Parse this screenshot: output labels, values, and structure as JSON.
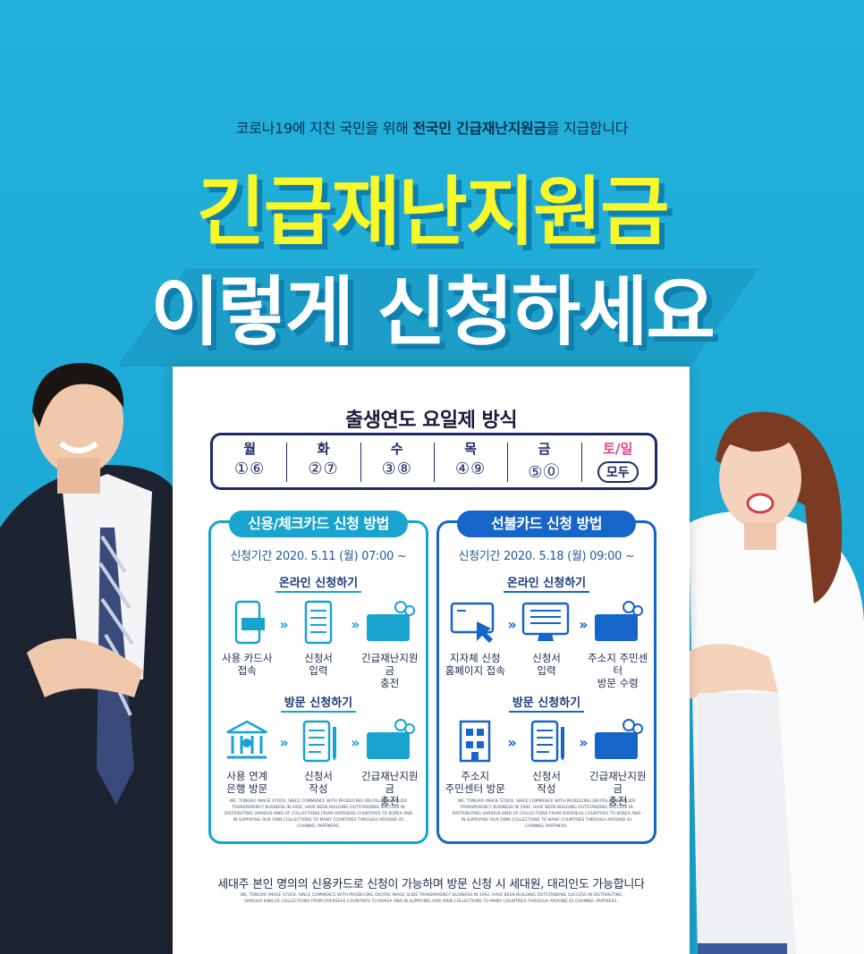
{
  "header": {
    "intro_prefix": "코로나19에 지친 국민을 위해 ",
    "intro_bold": "전국민 긴급재난지원금",
    "intro_suffix": "을 지급합니다",
    "title_line1": "긴급재난지원금",
    "title_line2": "이렇게 신청하세요"
  },
  "board": {
    "title": "출생연도 요일제 방식",
    "days": [
      {
        "name": "월",
        "nums": "①⑥"
      },
      {
        "name": "화",
        "nums": "②⑦"
      },
      {
        "name": "수",
        "nums": "③⑧"
      },
      {
        "name": "목",
        "nums": "④⑨"
      },
      {
        "name": "금",
        "nums": "⑤⓪"
      },
      {
        "name": "토/일",
        "pill": "모두"
      }
    ],
    "left": {
      "tag": "신용/체크카드 신청 방법",
      "period": "신청기간  2020. 5.11 (월) 07:00 ~",
      "online_head": "온라인 신청하기",
      "online_steps": [
        "사용 카드사\n접속",
        "신청서\n입력",
        "긴급재난지원금\n충전"
      ],
      "visit_head": "방문 신청하기",
      "visit_steps": [
        "사용 연계\n은행 방문",
        "신청서\n작성",
        "긴급재난지원금\n충전"
      ],
      "fine": "WE, TONGRO IMAGE STOCK, SINCE COMMENCE WITH PRODUCING DIGITAL IMAGE SLIDE TRANSPARENCY BUSINESS IN 1992, HAVE BEEN BUILDING OUTSTANDING SUCCESS IN DISTRIBUTING VARIOUS KIND OF COLLECTIONS FROM OVERSEAS COUNTRIES TO KOREA AND IN SUPPLYING OUR OWN COLLECTIONS TO MANY COUNTRIES THROUGH AROUND 45 CHANNEL PARTNERS."
    },
    "right": {
      "tag": "선불카드 신청 방법",
      "period": "신청기간  2020. 5.18 (월) 09:00 ~",
      "online_head": "온라인 신청하기",
      "online_steps": [
        "지자체 신청\n홈페이지 접속",
        "신청서\n입력",
        "주소지 주민센터\n방문 수령"
      ],
      "visit_head": "방문 신청하기",
      "visit_steps": [
        "주소지\n주민센터 방문",
        "신청서\n작성",
        "긴급재난지원금\n충전"
      ],
      "fine": "WE, TONGRO IMAGE STOCK, SINCE COMMENCE WITH PRODUCING DIGITAL IMAGE SLIDE TRANSPARENCY BUSINESS IN 1992, HAVE BEEN BUILDING OUTSTANDING SUCCESS IN DISTRIBUTING VARIOUS KIND OF COLLECTIONS FROM OVERSEAS COUNTRIES TO KOREA AND IN SUPPLYING OUR OWN COLLECTIONS TO MANY COUNTRIES THROUGH AROUND 45 CHANNEL PARTNERS."
    },
    "notice": "세대주 본인 명의의 신용카드로 신청이 가능하며 방문 신청 시 세대원, 대리인도 가능합니다",
    "notice_fine": "WE, TONGRO IMAGE STOCK, SINCE COMMENCE WITH PRODUCING DIGITAL IMAGE SLIDE TRANSPARENCY BUSINESS IN 1992, HAVE BEEN BUILDING OUTSTANDING SUCCESS IN DISTRIBUTING VARIOUS KIND OF COLLECTIONS FROM OVERSEAS COUNTRIES TO KOREA AND IN SUPPLYING OUR OWN COLLECTIONS TO MANY COUNTRIES THROUGH AROUND 45 CHANNEL PARTNERS."
  },
  "colors": {
    "background": "#1ea9d4",
    "title_yellow": "#f7f72a",
    "accent_cyan": "#19a3cf",
    "accent_blue": "#1665c8",
    "weekend_pink": "#e83f86"
  }
}
